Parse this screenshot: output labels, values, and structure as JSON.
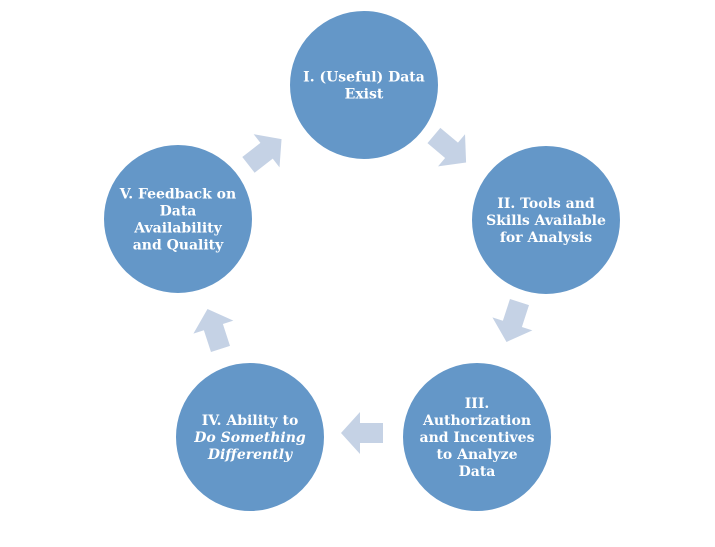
{
  "diagram": {
    "node_color": "#6497c8",
    "arrow_color": "#c5d2e5",
    "nodes": [
      {
        "lines": [
          {
            "text": "I. (Useful) Data",
            "italic": false
          },
          {
            "text": "Exist",
            "italic": false
          }
        ]
      },
      {
        "lines": [
          {
            "text": "II. Tools and",
            "italic": false
          },
          {
            "text": "Skills Available",
            "italic": false
          },
          {
            "text": "for Analysis",
            "italic": false
          }
        ]
      },
      {
        "lines": [
          {
            "text": "III.",
            "italic": false
          },
          {
            "text": "Authorization",
            "italic": false
          },
          {
            "text": "and Incentives",
            "italic": false
          },
          {
            "text": "to Analyze",
            "italic": false
          },
          {
            "text": "Data",
            "italic": false
          }
        ]
      },
      {
        "lines": [
          {
            "text": "IV. Ability to",
            "italic": false
          },
          {
            "text": "Do Something",
            "italic": true
          },
          {
            "text": "Differently",
            "italic": true
          }
        ]
      },
      {
        "lines": [
          {
            "text": "V. Feedback on",
            "italic": false
          },
          {
            "text": "Data",
            "italic": false
          },
          {
            "text": "Availability",
            "italic": false
          },
          {
            "text": "and Quality",
            "italic": false
          }
        ]
      }
    ]
  }
}
